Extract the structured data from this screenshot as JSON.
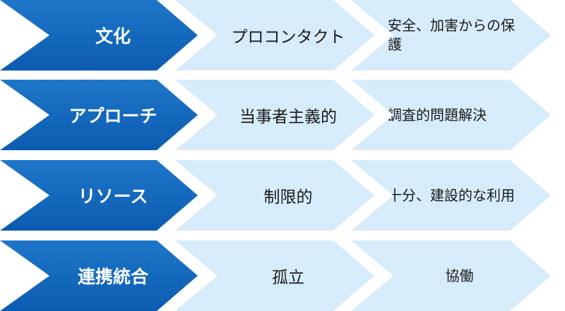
{
  "rows": [
    {
      "category": "文化",
      "current": "プロコンタクト",
      "target": "安全、加害からの保護"
    },
    {
      "category": "アプローチ",
      "current": "当事者主義的",
      "target": "調査的問題解決"
    },
    {
      "category": "リソース",
      "current": "制限的",
      "target": "十分、建設的な利用"
    },
    {
      "category": "連携統合",
      "current": "孤立",
      "target": "協働"
    }
  ],
  "colors": {
    "category_fill": "#0b5cb0",
    "category_text": "#ffffff",
    "value_fill": "#d6ecfb",
    "value_text": "#1a1a1a"
  }
}
